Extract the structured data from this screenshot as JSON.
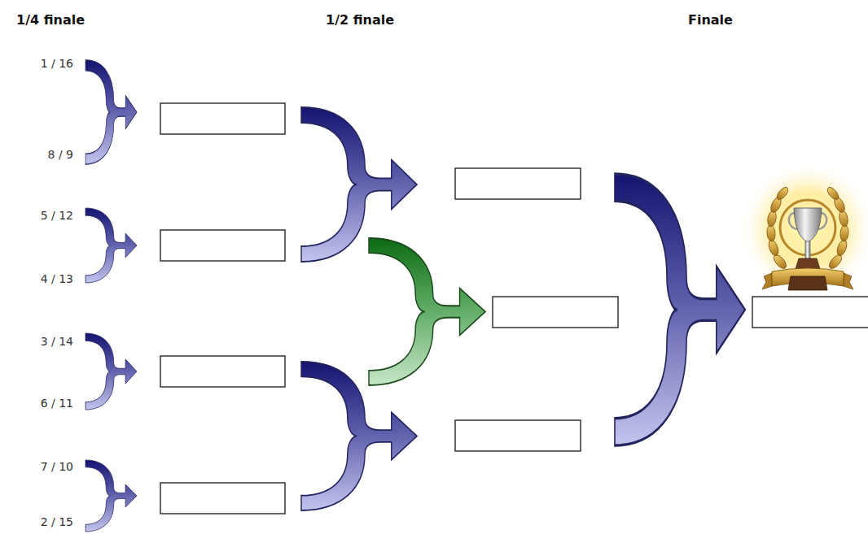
{
  "diagram": {
    "labels": [
      "1/4 finale",
      "1/2 finale",
      "Finale",
      "1 / 16",
      "8 / 9",
      "5 / 12",
      "4 / 13",
      "3 / 14",
      "6 / 11",
      "7 / 10",
      "2 / 15"
    ]
  }
}
